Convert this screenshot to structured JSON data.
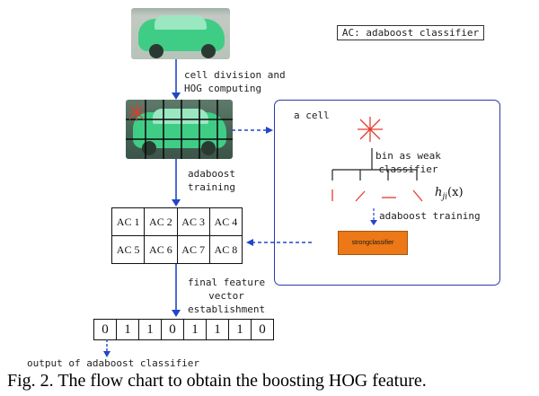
{
  "legend": "AC: adaboost classifier",
  "steps": {
    "step1": [
      "cell division and",
      "HOG computing"
    ],
    "step2": [
      "adaboost",
      "training"
    ],
    "step3": [
      "final feature",
      "vector",
      "establishment"
    ]
  },
  "panel": {
    "cell_label": "a cell",
    "weak_label": [
      "bin as weak",
      "classifier"
    ],
    "hji_label": "h",
    "hji_sub": "ji",
    "hji_arg": "(x)",
    "training_label": "adaboost training",
    "strong_label": "strongclassifier"
  },
  "ac_table": [
    [
      "AC 1",
      "AC 2",
      "AC 3",
      "AC 4"
    ],
    [
      "AC 5",
      "AC 6",
      "AC 7",
      "AC 8"
    ]
  ],
  "bits": [
    "0",
    "1",
    "1",
    "0",
    "1",
    "1",
    "1",
    "0"
  ],
  "output_label": "output of adaboost classifier",
  "caption": "Fig. 2. The flow chart to obtain the boosting HOG feature.",
  "colors": {
    "arrow": "#2346c8",
    "panel_border": "#2a3aa8",
    "star": "#e63b2e",
    "strong_fill": "#ec7817",
    "car_green": "#3fcd86"
  }
}
